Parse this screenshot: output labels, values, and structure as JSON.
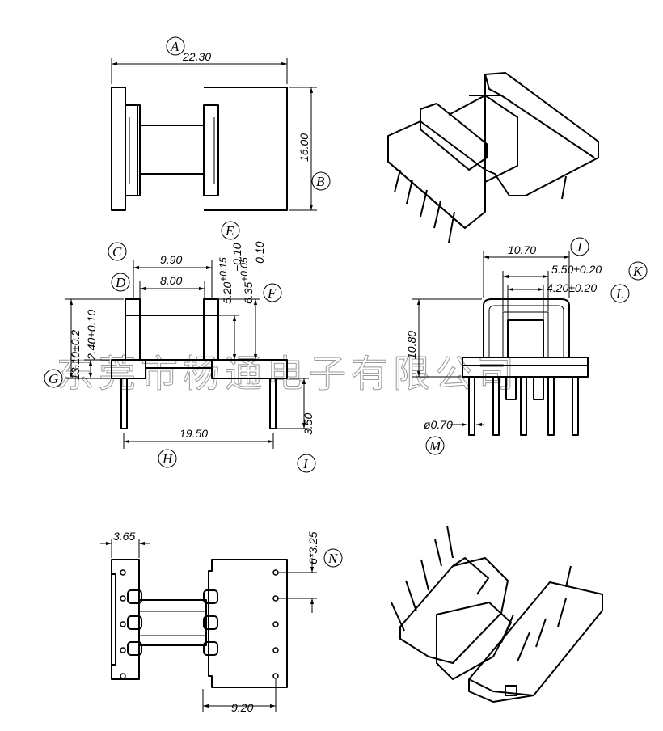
{
  "watermark": "东莞市杨通电子有限公司",
  "letters": {
    "A": "A",
    "B": "B",
    "C": "C",
    "D": "D",
    "E": "E",
    "F": "F",
    "G": "G",
    "H": "H",
    "I": "I",
    "J": "J",
    "K": "K",
    "L": "L",
    "M": "M",
    "N": "N"
  },
  "dims": {
    "d22_30": "22.30",
    "d16_00": "16.00",
    "d9_90": "9.90",
    "d8_00": "8.00",
    "d5_20": "5.20",
    "d5_20_tol_upper": "+0.15",
    "d5_20_tol_lower": "−0.10",
    "d6_35": "6.35",
    "d6_35_tol_upper": "+0.05",
    "d6_35_tol_lower": "−0.10",
    "d13_10": "13.10±0.2",
    "d2_40": "2.40±0.10",
    "d19_50": "19.50",
    "d3_50": "3.50",
    "d10_70": "10.70",
    "d5_50": "5.50±0.20",
    "d4_20": "4.20±0.20",
    "d10_80": "10.80",
    "d0_70": "ø0.70",
    "d3_65": "3.65",
    "d6x3_25": "6*3.25",
    "d9_20": "9.20"
  }
}
